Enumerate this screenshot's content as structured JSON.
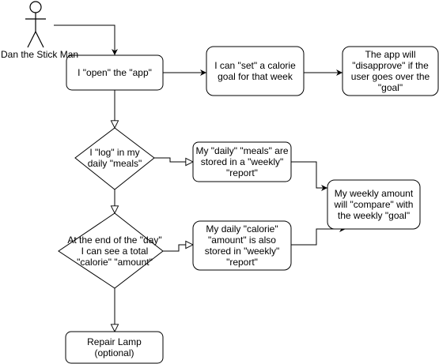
{
  "actor": {
    "name": "Dan the Stick Man"
  },
  "nodes": {
    "open_app": "I \"open\" the \"app\"",
    "set_goal": "I can \"set\" a calorie\ngoal for that week",
    "disapprove": "The app will\n\"disapprove\" if the\nuser goes over the\n\"goal\"",
    "log_meals": "I \"log\" in my\ndaily \"meals\"",
    "meals_stored": "My \"daily\" \"meals\" are\nstored in a \"weekly\"\n\"report\"",
    "compare": "My weekly amount\nwill \"compare\" with\nthe weekly \"goal\"",
    "end_of_day": "At the end of the \"day\"\nI can see a total\n\"calorie\" \"amount\"",
    "calorie_stored": "My daily \"calorie\"\n\"amount\" is also\nstored in \"weekly\"\n\"report\"",
    "repair_lamp": "Repair Lamp\n(optional)"
  },
  "colors": {
    "stroke": "#000000",
    "fill": "#ffffff"
  }
}
